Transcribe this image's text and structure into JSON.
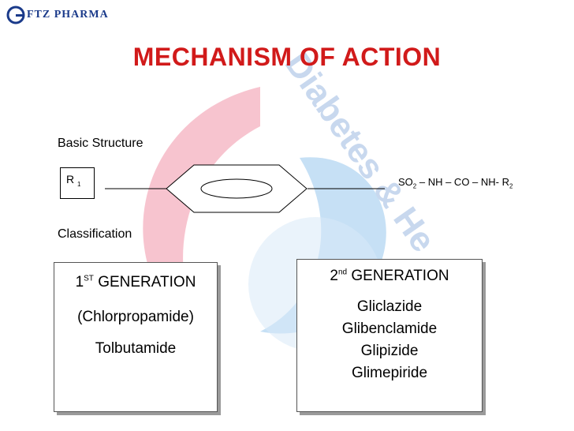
{
  "logo": {
    "text": "FTZ PHARMA",
    "mark_letter": "G"
  },
  "watermark": {
    "text": "Diabetes & He"
  },
  "slide": {
    "title": "MECHANISM OF ACTION",
    "basic_structure_label": "Basic Structure",
    "r1": {
      "base": "R",
      "sub": "1"
    },
    "formula": {
      "part1": "SO",
      "sub1": "2",
      "part2": " – NH – CO – NH- R",
      "sub2": "2"
    },
    "classification_label": "Classification"
  },
  "first_generation": {
    "num": "1",
    "sup": "ST",
    "label": " GENERATION",
    "drugs": [
      "(Chlorpropamide)",
      "Tolbutamide"
    ]
  },
  "second_generation": {
    "num": "2",
    "sup": "nd",
    "label": " GENERATION",
    "drugs": [
      "Gliclazide",
      "Glibenclamide",
      "Glipizide",
      "Glimepiride"
    ]
  },
  "colors": {
    "title": "#d11a1a",
    "watermark_red": "#f7c4cf",
    "watermark_blue": "#c6e0f5",
    "logo": "#1a3a8a"
  }
}
